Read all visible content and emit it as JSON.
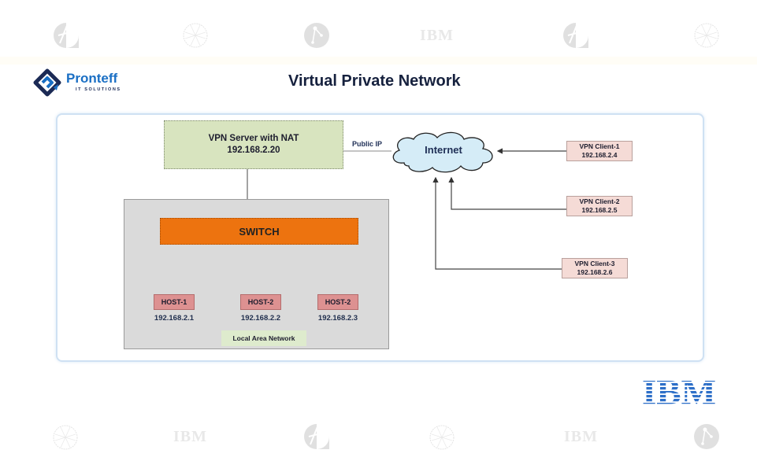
{
  "brand": {
    "name": "Pronteff",
    "tagline": "IT SOLUTIONS",
    "logo_icon": "pronteff-logo-icon"
  },
  "page": {
    "title": "Virtual Private Network"
  },
  "watermarks": {
    "top": [
      "a-logo-icon",
      "globe-mesh-icon",
      "node-graph-icon",
      "IBM",
      "a-logo-icon",
      "globe-mesh-icon"
    ],
    "bottom": [
      "globe-mesh-icon",
      "IBM",
      "a-logo-icon",
      "globe-mesh-icon",
      "IBM",
      "node-graph-icon"
    ],
    "ibm_text": "IBM"
  },
  "diagram": {
    "vpn_server": {
      "title": "VPN Server with NAT",
      "ip": "192.168.2.20"
    },
    "public_ip_label": "Public IP",
    "internet_label": "Internet",
    "switch_label": "SWITCH",
    "lan_label": "Local Area Network",
    "hosts": [
      {
        "name": "HOST-1",
        "ip": "192.168.2.1"
      },
      {
        "name": "HOST-2",
        "ip": "192.168.2.2"
      },
      {
        "name": "HOST-2",
        "ip": "192.168.2.3"
      }
    ],
    "clients": [
      {
        "name": "VPN Client-1",
        "ip": "192.168.2.4"
      },
      {
        "name": "VPN Client-2",
        "ip": "192.168.2.5"
      },
      {
        "name": "VPN Client-3",
        "ip": "192.168.2.6"
      }
    ]
  },
  "footer_logo": {
    "text": "IBM",
    "color": "#2d6fc8"
  },
  "colors": {
    "title": "#16213e",
    "brand_blue": "#1a6fc4",
    "switch_orange": "#ed730f",
    "vpn_server_green": "#d8e4bf",
    "host_red": "#dd9191",
    "client_pink": "#f5dbd6",
    "cloud_blue": "#d5ecf7"
  }
}
